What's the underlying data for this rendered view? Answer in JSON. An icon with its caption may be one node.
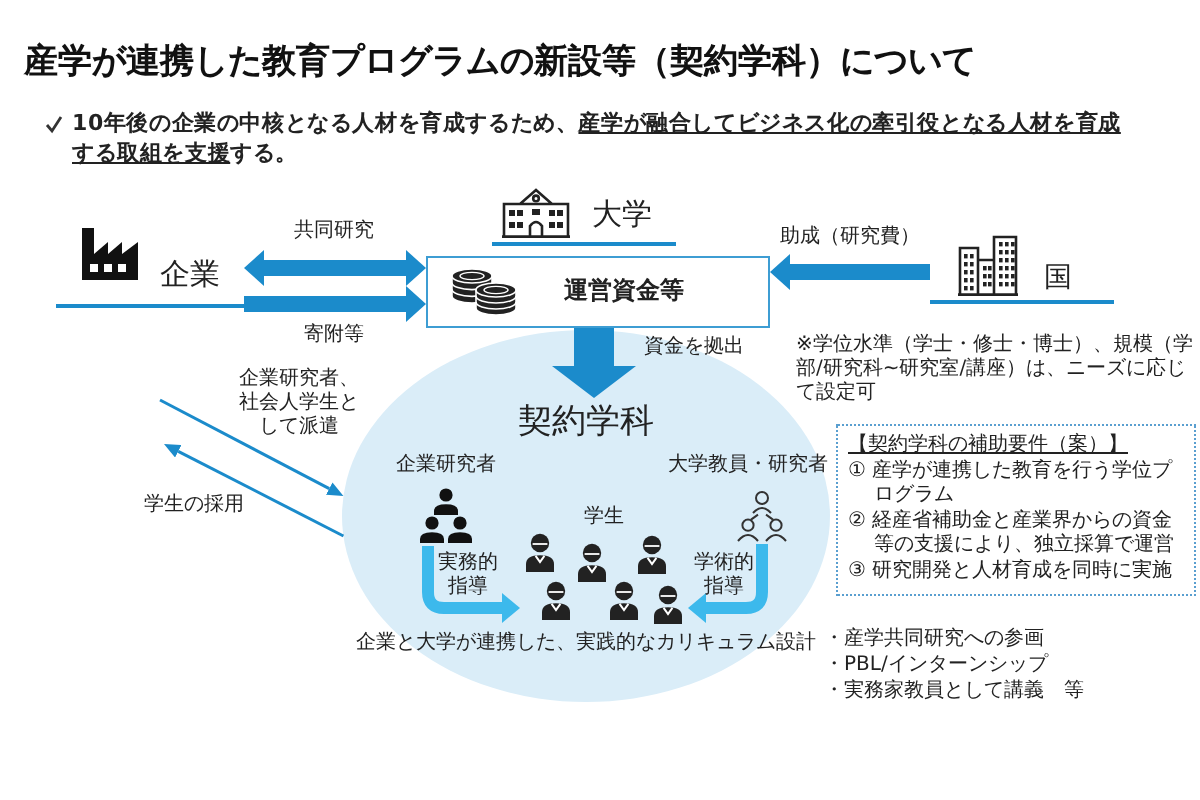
{
  "diagram": {
    "title": "産学が連携した教育プログラムの新設等（契約学科）について",
    "nodes": [
      {
        "text": [
          "企業"
        ]
      },
      {
        "text": [
          "大学"
        ]
      },
      {
        "text": [
          "運営資金等"
        ]
      },
      {
        "text": [
          "国"
        ]
      },
      {
        "text": [
          "契約学科",
          "企業と大学が連携した、実践的なカリキュラム設計"
        ]
      },
      {
        "text": [
          "企業研究者"
        ],
        "in": 4
      },
      {
        "text": [
          "学生"
        ],
        "in": 4
      },
      {
        "text": [
          "大学教員・研究者"
        ],
        "in": 4
      },
      {
        "text": [
          "【契約学科の補助要件（案）】",
          "① 産学が連携した教育を行う学位プログラム",
          "② 経産省補助金と産業界からの資金等の支援により、独立採算で運営",
          "③ 研究開発と人材育成を同時に実施"
        ]
      }
    ],
    "edges": [
      {
        "from": 0,
        "to": 2,
        "arrow": "both",
        "label": "共同研究"
      },
      {
        "from": 0,
        "to": 2,
        "arrow": "to",
        "label": "寄附等"
      },
      {
        "from": 3,
        "to": 2,
        "arrow": "to",
        "label": "助成（研究費）"
      },
      {
        "from": 2,
        "to": 4,
        "arrow": "to",
        "label": "資金を拠出",
        "style": "thick"
      },
      {
        "from": null,
        "to": 4,
        "arrow": "to",
        "label": "企業研究者、社会人学生として派遣"
      },
      {
        "from": 4,
        "to": null,
        "arrow": "to",
        "label": "学生の採用"
      },
      {
        "from": 5,
        "to": 6,
        "arrow": "to",
        "label": "実務的指導",
        "color": "#3cb9ec"
      },
      {
        "from": 7,
        "to": 6,
        "arrow": "to",
        "label": "学術的指導",
        "color": "#3cb9ec"
      }
    ],
    "labels": [
      "10年後の企業の中核となる人材を育成するため、**産学が融合してビジネス化の牽引役となる人材を育成する取組を支援**する。",
      "※学位水準（学士・修士・博士）、規模（学部/研究科~研究室/講座）は、ニーズに応じて設定可",
      "・産学共同研究への参画",
      "・PBL/インターンシップ",
      "・実務家教員として講義　等"
    ]
  }
}
